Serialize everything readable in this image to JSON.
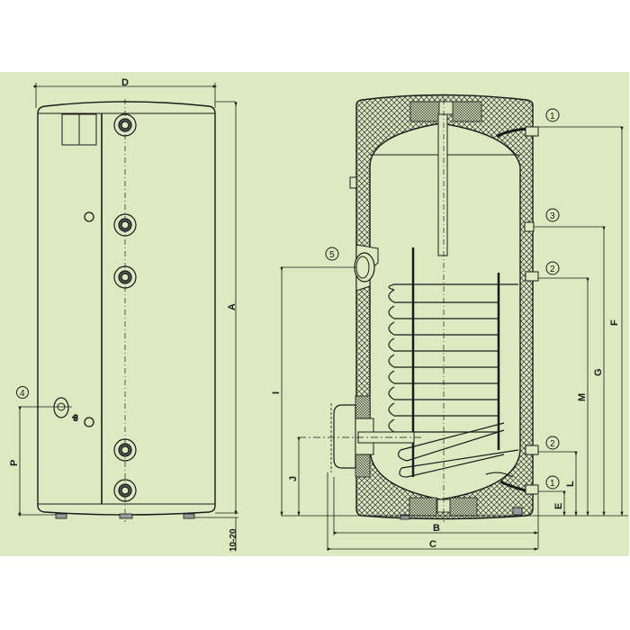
{
  "diagram": {
    "background_color": "#dde9c1",
    "line_color": "#1a1a1a",
    "side_view": {
      "width_label": "D",
      "height_label": "A",
      "sensor_height_label": "P",
      "feet_clearance_label": "10-20",
      "callouts": [
        {
          "id": "4",
          "label": "4"
        }
      ]
    },
    "section_view": {
      "inner_width_label": "B",
      "outer_width_label": "C",
      "callouts": [
        {
          "id": "1-top",
          "label": "1"
        },
        {
          "id": "3",
          "label": "3"
        },
        {
          "id": "2-top",
          "label": "2"
        },
        {
          "id": "5",
          "label": "5"
        },
        {
          "id": "2-bottom",
          "label": "2"
        },
        {
          "id": "1-bottom",
          "label": "1"
        }
      ],
      "height_labels": {
        "F": "F",
        "G": "G",
        "M": "M",
        "L": "L",
        "E": "E",
        "I": "I",
        "J": "J"
      }
    }
  }
}
